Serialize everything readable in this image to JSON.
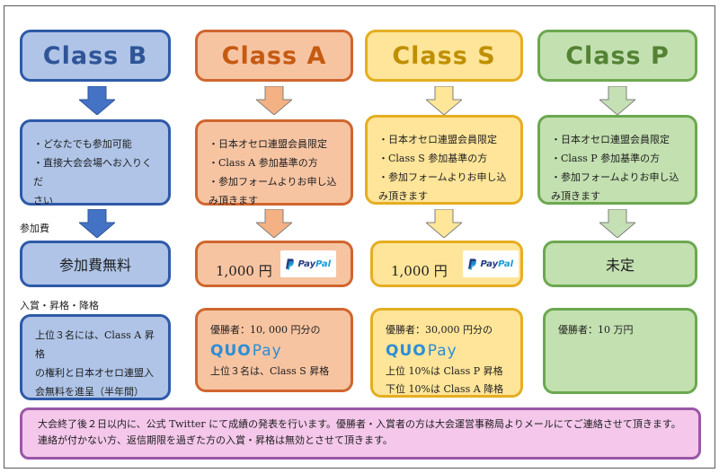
{
  "classes": [
    {
      "key": "b",
      "title": "Class B",
      "desc": [
        "・どなたでも参加可能",
        "・直接大会会場へお入りくだ",
        "さい"
      ],
      "fee": "参加費無料",
      "prize": [
        "上位３名には、Class A 昇格",
        "の権利と日本オセロ連盟入",
        "会無料を進呈（半年間）"
      ],
      "colors": {
        "fill": "#afc4e7",
        "border": "#2e5aa8",
        "text": "#2f5597",
        "arrow": "#4472c4"
      }
    },
    {
      "key": "a",
      "title": "Class A",
      "desc": [
        "・日本オセロ連盟会員限定",
        "・Class A 参加基準の方",
        "・参加フォームよりお申し込",
        "み頂きます"
      ],
      "fee": "1,000 円",
      "prize_head": "優勝者：10, 000 円分の",
      "prize_tail": [
        "上位３名は、Class S 昇格"
      ],
      "colors": {
        "fill": "#f7c4a2",
        "border": "#d0662e",
        "text": "#c55a11",
        "arrow": "#f4b183"
      }
    },
    {
      "key": "s",
      "title": "Class S",
      "desc": [
        "・日本オセロ連盟会員限定",
        "・Class S 参加基準の方",
        "・参加フォームよりお申し込",
        "み頂きます"
      ],
      "fee": "1,000 円",
      "prize_head": "優勝者：30,000 円分の",
      "prize_tail": [
        "上位 10%は Class P 昇格",
        "下位 10%は Class A 降格"
      ],
      "colors": {
        "fill": "#ffe599",
        "border": "#e5ae21",
        "text": "#bf8f00",
        "arrow": "#ffe699"
      }
    },
    {
      "key": "p",
      "title": "Class P",
      "desc": [
        "・日本オセロ連盟会員限定",
        "・Class P 参加基準の方",
        "・参加フォームよりお申し込",
        "み頂きます"
      ],
      "fee": "未定",
      "prize": [
        "優勝者：10 万円"
      ],
      "colors": {
        "fill": "#c3e0b0",
        "border": "#6ca84f",
        "text": "#548235",
        "arrow": "#c5e0b4"
      }
    }
  ],
  "labels": {
    "fee": "参加費",
    "prize": "入賞・昇格・降格"
  },
  "paypal": {
    "pay": "Pay",
    "pal": "Pal"
  },
  "quo": {
    "quo": "QUO",
    "pay": "Pay"
  },
  "notice": [
    "大会終了後２日以内に、公式 Twitter にて成績の発表を行います。優勝者・入賞者の方は大会運営事務局よりメールにてご連絡させて頂きます。",
    "連絡が付かない方、返信期限を過ぎた方の入賞・昇格は無効とさせて頂きます。"
  ]
}
